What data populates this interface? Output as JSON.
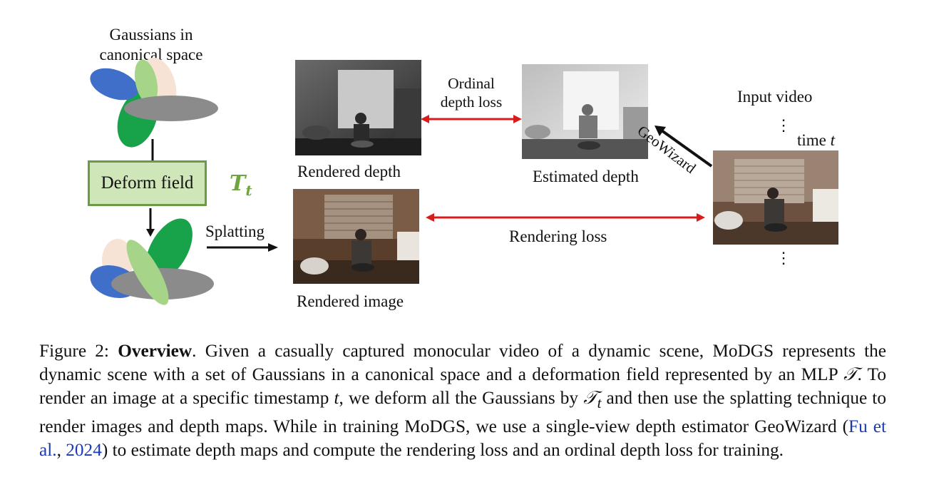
{
  "diagram": {
    "gaussians_label_line1": "Gaussians in",
    "gaussians_label_line2": "canonical space",
    "deform_field_label": "Deform field",
    "transform_symbol": "T",
    "transform_subscript": "t",
    "splatting_label": "Splatting",
    "rendered_depth_label": "Rendered depth",
    "rendered_image_label": "Rendered image",
    "ordinal_loss_line1": "Ordinal",
    "ordinal_loss_line2": "depth loss",
    "estimated_depth_label": "Estimated depth",
    "geowizard_label": "GeoWizard",
    "input_video_label": "Input video",
    "time_label": "time",
    "time_var": "t",
    "rendering_loss_label": "Rendering loss",
    "ellipsis": "⋮",
    "colors": {
      "gaussian_blue": "#3f6fc9",
      "gaussian_green": "#18a24a",
      "gaussian_lightgreen": "#a6d58a",
      "gaussian_peach": "#f7e2d6",
      "gaussian_gray": "#8b8b8b",
      "loss_arrow": "#d81c1c",
      "deform_box_fill": "#cfe6b8",
      "deform_box_border": "#6b9a48",
      "transform_color": "#6ea53f"
    }
  },
  "caption": {
    "prefix": "Figure 2: ",
    "bold_title": "Overview",
    "text_1": ". Given a casually captured monocular video of a dynamic scene, MoDGS represents the dynamic scene with a set of Gaussians in a canonical space and a deformation field represented by an MLP ",
    "sym_T": "𝒯",
    "text_2": ". To render an image at a specific timestamp ",
    "sym_t": "t",
    "text_3": ", we deform all the Gaussians by ",
    "sym_Tt": "𝒯",
    "sym_Tt_sub": "t",
    "text_4": " and then use the splatting technique to render images and depth maps. While in training MoDGS, we use a single-view depth estimator GeoWizard (",
    "cite_author": "Fu et al.",
    "cite_sep": ", ",
    "cite_year": "2024",
    "text_5": ") to estimate depth maps and compute the rendering loss and an ordinal depth loss for training."
  }
}
